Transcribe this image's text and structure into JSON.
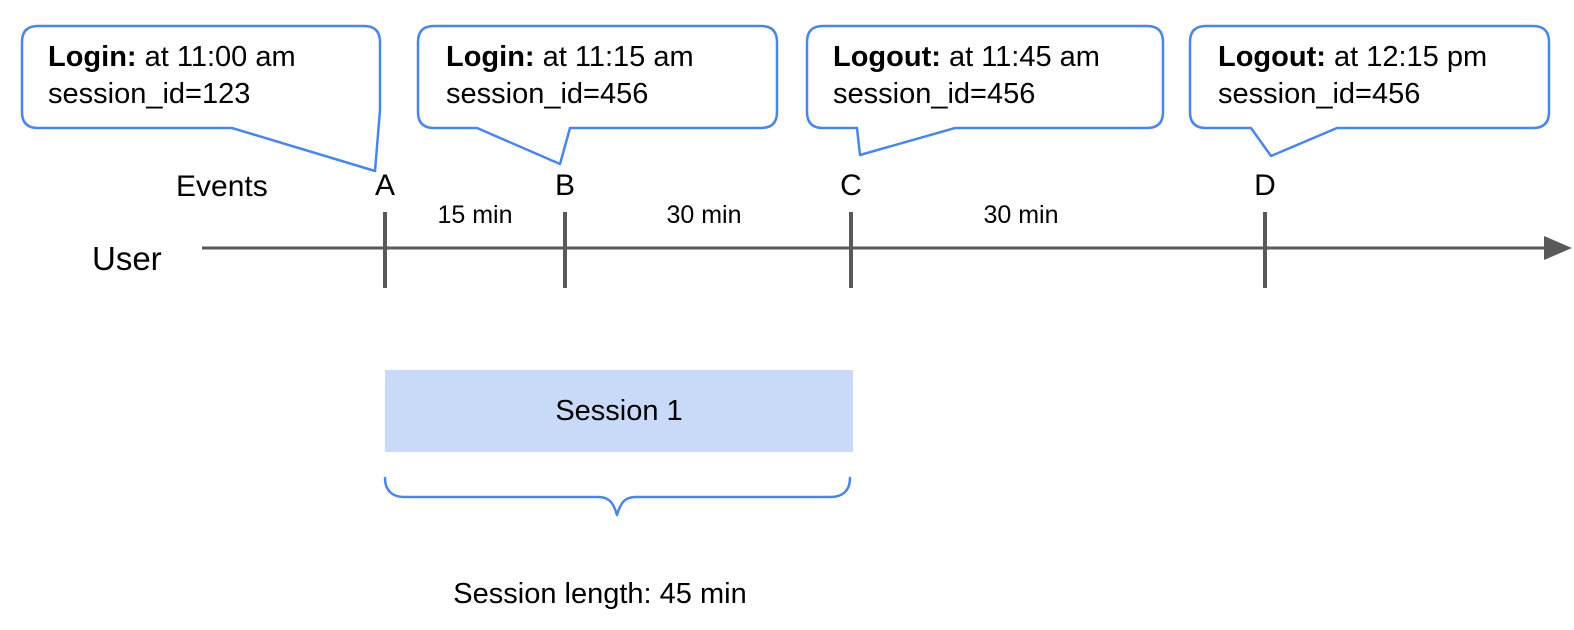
{
  "diagram": {
    "title_semantics": "user session events timeline",
    "events_label": "Events",
    "user_label": "User",
    "bubbles": [
      {
        "type_label": "Login:",
        "time_text": "at 11:00 am",
        "session_text": "session_id=123",
        "points_to": "A"
      },
      {
        "type_label": "Login:",
        "time_text": "at 11:15 am",
        "session_text": "session_id=456",
        "points_to": "B"
      },
      {
        "type_label": "Logout:",
        "time_text": "at 11:45 am",
        "session_text": "session_id=456",
        "points_to": "C"
      },
      {
        "type_label": "Logout:",
        "time_text": "at 12:15 pm",
        "session_text": "session_id=456",
        "points_to": "D"
      }
    ],
    "event_markers": [
      "A",
      "B",
      "C",
      "D"
    ],
    "intervals": [
      "15 min",
      "30 min",
      "30 min"
    ],
    "session_box_label": "Session 1",
    "session_length_label": "Session length: 45 min",
    "colors": {
      "accent_blue": "#4a86e8",
      "session_fill": "#c9daf8",
      "line_gray": "#595959",
      "text": "#000000",
      "background": "#ffffff"
    }
  }
}
